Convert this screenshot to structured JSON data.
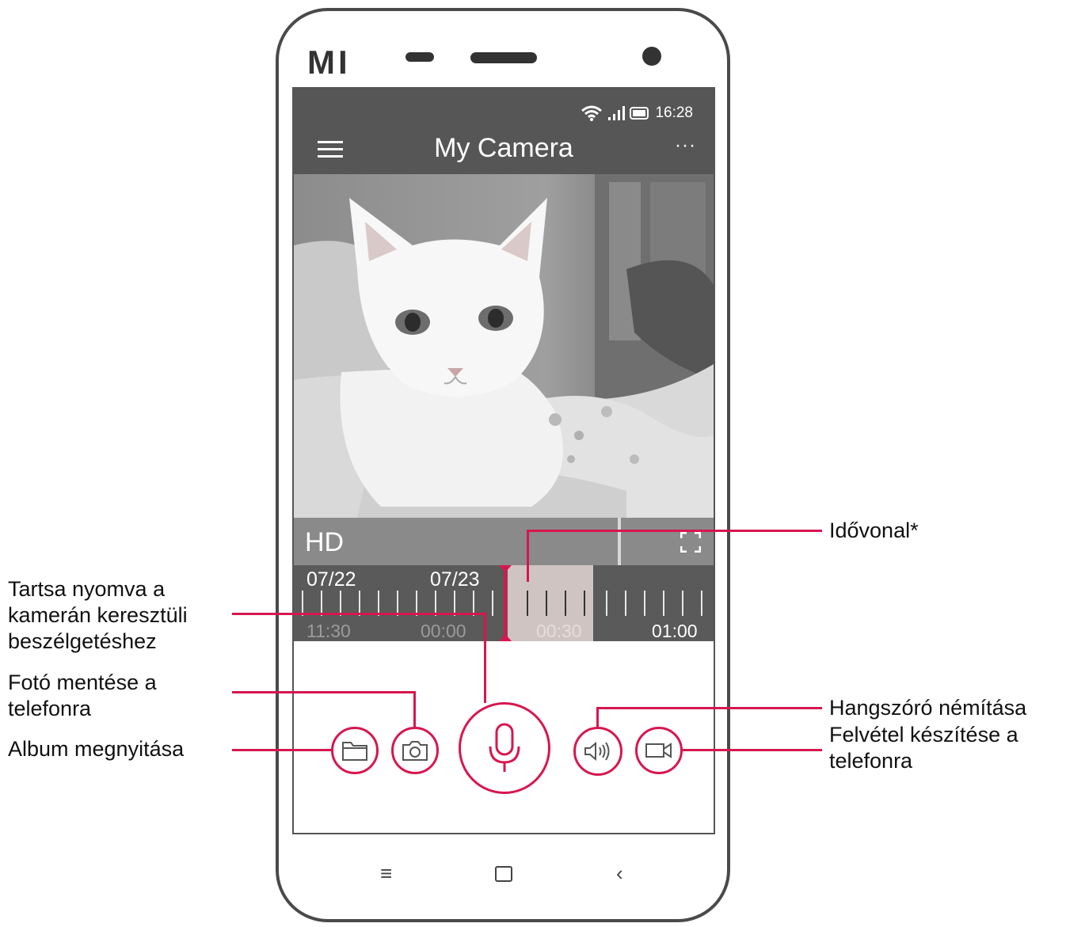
{
  "phone": {
    "brand_logo": "MI",
    "status_time": "16:28",
    "app_title": "My Camera",
    "more_icon": "more-dots-icon",
    "quality_label": "HD"
  },
  "timeline": {
    "dates": [
      "07/22",
      "07/23"
    ],
    "times": [
      "11:30",
      "00:00",
      "00:30",
      "01:00"
    ]
  },
  "callouts": {
    "timeline": "Idővonal*",
    "talk": "Tartsa nyomva a\nkamerán keresztüli\nbeszélgetéshez",
    "snapshot": "Fotó mentése a\ntelefonra",
    "album": "Album megnyitása",
    "mute": "Hangszóró némítása",
    "record": "Felvétel készítése a\ntelefonra"
  },
  "colors": {
    "accent": "#d6174f",
    "app_bar": "#565656",
    "timeline_bg": "#5a5a5a"
  }
}
